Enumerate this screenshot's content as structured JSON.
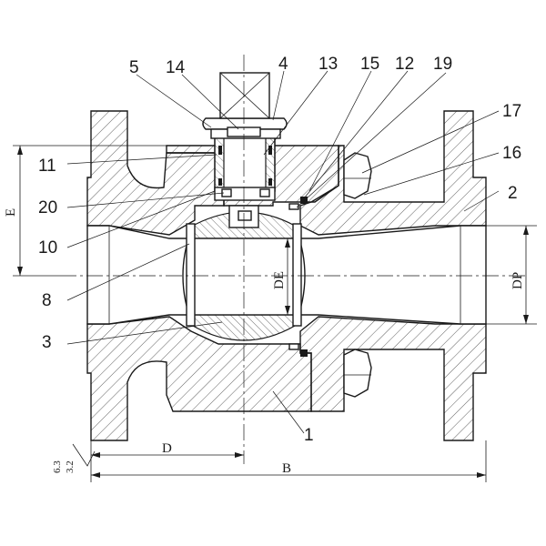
{
  "drawing": {
    "part_labels": {
      "p1": "1",
      "p2": "2",
      "p3": "3",
      "p4": "4",
      "p5": "5",
      "p8": "8",
      "p10": "10",
      "p11": "11",
      "p12": "12",
      "p13": "13",
      "p14": "14",
      "p15": "15",
      "p16": "16",
      "p17": "17",
      "p19": "19",
      "p20": "20"
    },
    "dimensions": {
      "E": "E",
      "D": "D",
      "B": "B",
      "DE": "DE",
      "DP": "DP"
    },
    "roughness": {
      "top": "6.3",
      "bottom": "3.2"
    },
    "colors": {
      "line": "#1a1a1a",
      "background": "#ffffff"
    }
  }
}
